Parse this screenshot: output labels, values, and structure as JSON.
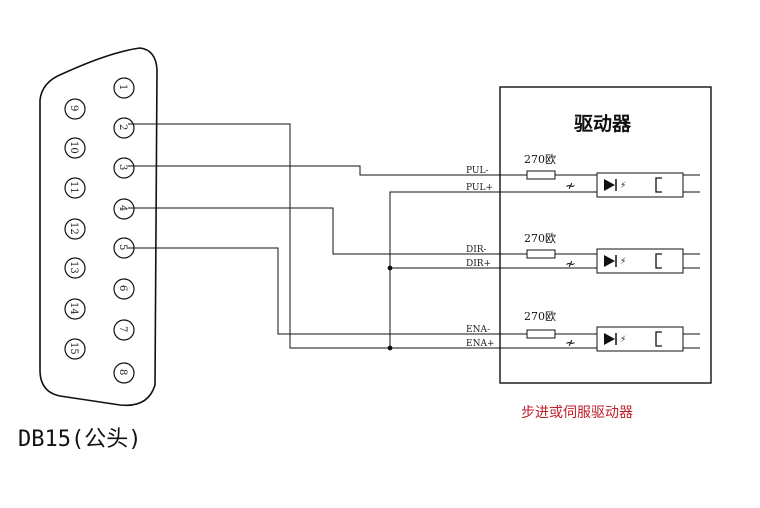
{
  "connector": {
    "caption": "DB15(公头)",
    "right_column_pins": [
      "1",
      "2",
      "3",
      "4",
      "5",
      "6",
      "7",
      "8"
    ],
    "left_column_pins": [
      "9",
      "10",
      "11",
      "12",
      "13",
      "14",
      "15"
    ]
  },
  "driver": {
    "title": "驱动器",
    "caption": "步进或伺服驱动器",
    "channels": [
      {
        "minus": "PUL-",
        "plus": "PUL+",
        "resistor": "270欧"
      },
      {
        "minus": "DIR-",
        "plus": "DIR+",
        "resistor": "270欧"
      },
      {
        "minus": "ENA-",
        "plus": "ENA+",
        "resistor": "270欧"
      }
    ]
  },
  "colors": {
    "ink": "#111111",
    "caption_red": "#c0202a"
  }
}
